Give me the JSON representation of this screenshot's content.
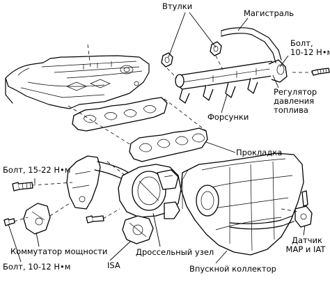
{
  "labels": {
    "bushings": "Втулки",
    "fuel_rail": "Магистраль",
    "bolt_rail_l1": "Болт,",
    "bolt_rail_l2": "10-12 Н•м",
    "regulator_l1": "Регулятор",
    "regulator_l2": "давления",
    "regulator_l3": "топлива",
    "injectors": "Форсунки",
    "gasket": "Прокладка",
    "bolt_15_22": "Болт, 15-22 Н•м",
    "power_switch": "Коммутатор мощности",
    "bolt_10_12": "Болт, 10-12 Н•м",
    "isa": "ISA",
    "throttle_body": "Дроссельный узел",
    "intake_manifold": "Впускной коллектор",
    "sensor_l1": "Датчик",
    "sensor_l2": "MAP и IAT"
  }
}
